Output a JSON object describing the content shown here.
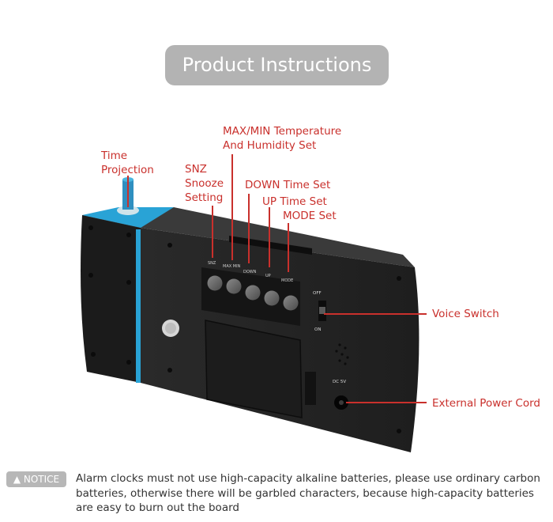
{
  "header": {
    "title": "Product Instructions"
  },
  "callouts": {
    "time_projection": [
      "Time",
      "Projection"
    ],
    "snz": [
      "SNZ",
      "Snooze",
      "Setting"
    ],
    "max_min": [
      "MAX/MIN Temperature",
      "And Humidity Set"
    ],
    "down": "DOWN Time Set",
    "up": "UP Time Set",
    "mode": "MODE Set",
    "voice_switch": "Voice Switch",
    "external_power": "External Power Cord"
  },
  "device": {
    "button_labels": [
      "SNZ",
      "MAX MIN",
      "DOWN",
      "UP",
      "MODE"
    ],
    "switch_off": "OFF",
    "switch_on": "ON",
    "dc_label": "DC 5V"
  },
  "notice": {
    "badge": "▲ NOTICE",
    "text": "Alarm clocks must not use high-capacity alkaline batteries, please use ordinary carbon batteries, otherwise there will be garbled characters, because high-capacity batteries are easy to burn out the board"
  },
  "colors": {
    "accent_red": "#c9302c",
    "pill_gray": "#b3b3b3",
    "device_blue": "#29a3d6"
  }
}
